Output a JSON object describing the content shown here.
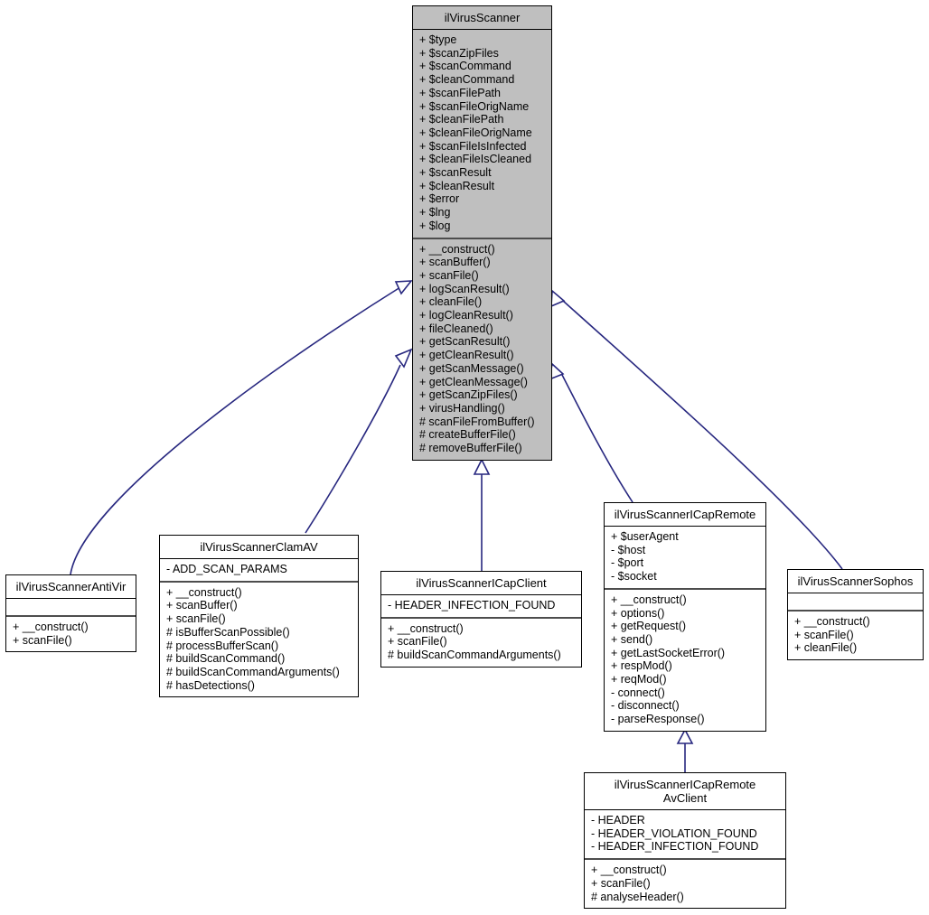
{
  "diagram": {
    "type": "uml-class-inheritance",
    "title_class": "ilVirusScanner",
    "colors": {
      "edge": "#27277f",
      "highlight_fill": "#bfbfbf",
      "box_fill": "#ffffff",
      "border": "#000000",
      "text": "#000000"
    }
  },
  "classes": {
    "base": {
      "name": "ilVirusScanner",
      "attributes": [
        "+ $type",
        "+ $scanZipFiles",
        "+ $scanCommand",
        "+ $cleanCommand",
        "+ $scanFilePath",
        "+ $scanFileOrigName",
        "+ $cleanFilePath",
        "+ $cleanFileOrigName",
        "+ $scanFileIsInfected",
        "+ $cleanFileIsCleaned",
        "+ $scanResult",
        "+ $cleanResult",
        "+ $error",
        "+ $lng",
        "+ $log"
      ],
      "methods": [
        "+ __construct()",
        "+ scanBuffer()",
        "+ scanFile()",
        "+ logScanResult()",
        "+ cleanFile()",
        "+ logCleanResult()",
        "+ fileCleaned()",
        "+ getScanResult()",
        "+ getCleanResult()",
        "+ getScanMessage()",
        "+ getCleanMessage()",
        "+ getScanZipFiles()",
        "+ virusHandling()",
        "# scanFileFromBuffer()",
        "# createBufferFile()",
        "# removeBufferFile()"
      ]
    },
    "antivir": {
      "name": "ilVirusScannerAntiVir",
      "attributes": [],
      "methods": [
        "+ __construct()",
        "+ scanFile()"
      ]
    },
    "clamav": {
      "name": "ilVirusScannerClamAV",
      "attributes": [
        "- ADD_SCAN_PARAMS"
      ],
      "methods": [
        "+ __construct()",
        "+ scanBuffer()",
        "+ scanFile()",
        "# isBufferScanPossible()",
        "# processBufferScan()",
        "# buildScanCommand()",
        "# buildScanCommandArguments()",
        "# hasDetections()"
      ]
    },
    "icapclient": {
      "name": "ilVirusScannerICapClient",
      "attributes": [
        "- HEADER_INFECTION_FOUND"
      ],
      "methods": [
        "+ __construct()",
        "+ scanFile()",
        "# buildScanCommandArguments()"
      ]
    },
    "icapremote": {
      "name": "ilVirusScannerICapRemote",
      "attributes": [
        "+ $userAgent",
        "- $host",
        "- $port",
        "- $socket"
      ],
      "methods": [
        "+ __construct()",
        "+ options()",
        "+ getRequest()",
        "+ send()",
        "+ getLastSocketError()",
        "+ respMod()",
        "+ reqMod()",
        "- connect()",
        "- disconnect()",
        "- parseResponse()"
      ]
    },
    "sophos": {
      "name": "ilVirusScannerSophos",
      "attributes": [],
      "methods": [
        "+ __construct()",
        "+ scanFile()",
        "+ cleanFile()"
      ]
    },
    "avclient": {
      "name": "ilVirusScannerICapRemote\nAvClient",
      "attributes": [
        "- HEADER",
        "- HEADER_VIOLATION_FOUND",
        "- HEADER_INFECTION_FOUND"
      ],
      "methods": [
        "+ __construct()",
        "+ scanFile()",
        "# analyseHeader()"
      ]
    }
  },
  "relations": [
    {
      "from": "ilVirusScannerAntiVir",
      "to": "ilVirusScanner",
      "kind": "inheritance"
    },
    {
      "from": "ilVirusScannerClamAV",
      "to": "ilVirusScanner",
      "kind": "inheritance"
    },
    {
      "from": "ilVirusScannerICapClient",
      "to": "ilVirusScanner",
      "kind": "inheritance"
    },
    {
      "from": "ilVirusScannerICapRemote",
      "to": "ilVirusScanner",
      "kind": "inheritance"
    },
    {
      "from": "ilVirusScannerSophos",
      "to": "ilVirusScanner",
      "kind": "inheritance"
    },
    {
      "from": "ilVirusScannerICapRemoteAvClient",
      "to": "ilVirusScannerICapRemote",
      "kind": "inheritance"
    }
  ]
}
